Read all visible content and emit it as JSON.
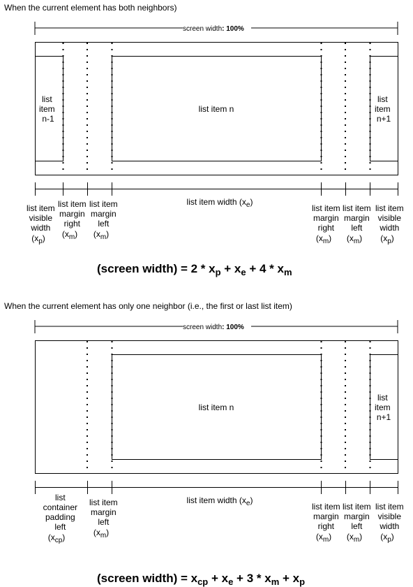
{
  "section1": {
    "caption": "When the current element has both neighbors)",
    "screen_width_label": "screen width",
    "screen_width_value": ": 100%",
    "box_prev": [
      "list",
      "item",
      "n-1"
    ],
    "box_current": "list item n",
    "box_next": [
      "list",
      "item",
      "n+1"
    ],
    "item_width_label": "list item width (x",
    "item_width_sub": "e",
    "item_width_close": ")",
    "labels": {
      "left_visible": [
        "list item",
        "visible",
        "width"
      ],
      "margin_right": [
        "list item",
        "margin",
        "right"
      ],
      "margin_left": [
        "list item",
        "margin",
        "left"
      ],
      "right_margin_right": [
        "list item",
        "margin",
        "right"
      ],
      "right_margin_left": [
        "list item",
        "margin",
        "left"
      ],
      "right_visible": [
        "list item",
        "visible",
        "width"
      ]
    },
    "subs": {
      "p": "p",
      "m": "m"
    },
    "formula": {
      "lhs": "(screen width) = 2 * x",
      "s1": "p",
      "mid1": " +  x",
      "s2": "e",
      "mid2": " + 4 * x",
      "s3": "m"
    }
  },
  "section2": {
    "caption": "When the current element has only one neighbor (i.e., the first or last list item)",
    "screen_width_label": "screen width",
    "screen_width_value": ": 100%",
    "box_current": "list item n",
    "box_next": [
      "list",
      "item",
      "n+1"
    ],
    "item_width_label": "list item width (x",
    "item_width_sub": "e",
    "item_width_close": ")",
    "labels": {
      "container_padding": [
        "list",
        "container",
        "padding",
        "left"
      ],
      "margin_left": [
        "list item",
        "margin",
        "left"
      ],
      "right_margin_right": [
        "list item",
        "margin",
        "right"
      ],
      "right_margin_left": [
        "list item",
        "margin",
        "left"
      ],
      "right_visible": [
        "list item",
        "visible",
        "width"
      ]
    },
    "subs": {
      "cp": "cp",
      "m": "m",
      "p": "p"
    },
    "formula": {
      "lhs": "(screen width) =  x",
      "s1": "cp",
      "mid1": " +  x",
      "s2": "e",
      "mid2": " + 3 * x",
      "s3": "m",
      "mid3": " + x",
      "s4": "p"
    }
  }
}
